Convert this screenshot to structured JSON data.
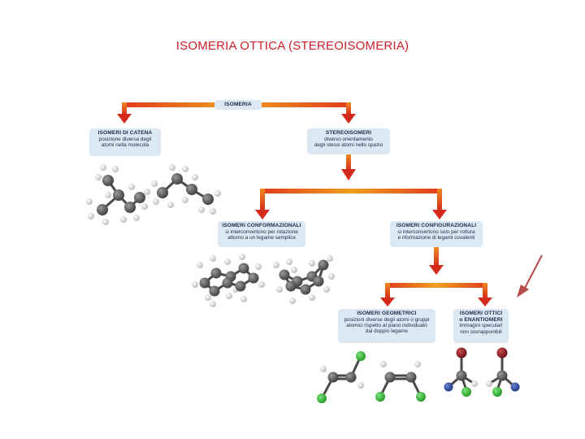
{
  "title": "ISOMERIA OTTICA (STEREOISOMERIA)",
  "nodes": {
    "root": {
      "title": "ISOMERIA"
    },
    "chain": {
      "title": "ISOMERI DI CATENA",
      "desc": "posizione diversa degli\natomi nella molecola"
    },
    "stereo": {
      "title": "STEREOISOMERI",
      "desc": "diverso orientamento\ndegli stessi atomi nello spazio"
    },
    "conformational": {
      "title": "ISOMERI CONFORMAZIONALI",
      "desc": "si interconvertono per rotazione\nattorno a un legame semplice"
    },
    "configurational": {
      "title": "ISOMERI CONFIGURAZIONALI",
      "desc": "si interconvertono solo per rottura\ne riformazione di legami covalenti"
    },
    "geometric": {
      "title": "ISOMERI GEOMETRICI",
      "desc": "posizioni diverse degli atomi o gruppi\natomici rispetto al piano individuato\ndal doppio legame"
    },
    "optical": {
      "title": "ISOMERI OTTICI\no ENANTIOMERI",
      "desc": "immagini speculari\nnon sovrapponibili"
    }
  },
  "colors": {
    "title": "#d0202a",
    "box_fill": "#dde8f5",
    "arrow_start": "#e8601e",
    "arrow_end": "#d42a1c",
    "pointer_arrow": "#b84a4a",
    "carbon": "#5f5f5f",
    "hydrogen": "#e9e9e9",
    "chlorine": "#3cb43c",
    "bromine": "#9a1e24",
    "nitrogen": "#2b4fa8"
  }
}
